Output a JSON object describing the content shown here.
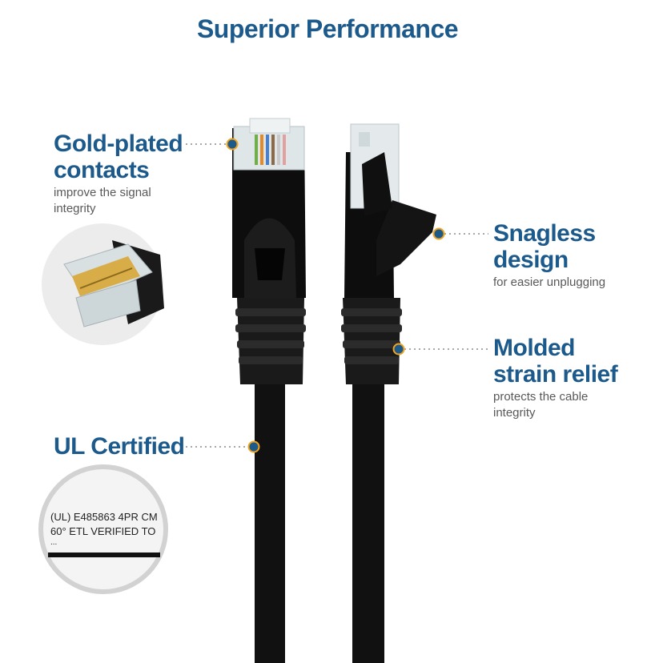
{
  "title": "Superior Performance",
  "features": {
    "gold": {
      "heading_line1": "Gold-plated",
      "heading_line2": "contacts",
      "sub_line1": "improve the signal",
      "sub_line2": "integrity"
    },
    "snagless": {
      "heading_line1": "Snagless",
      "heading_line2": "design",
      "sub_line1": "for easier unplugging"
    },
    "strain": {
      "heading_line1": "Molded",
      "heading_line2": "strain relief",
      "sub_line1": "protects the cable",
      "sub_line2": "integrity"
    },
    "ul": {
      "heading_line1": "UL Certified"
    }
  },
  "cable_print": {
    "line1": "(UL) E485863 4PR CM",
    "line2": "60°  ETL VERIFIED TO",
    "line3": "..."
  },
  "colors": {
    "brand_blue": "#1d5a8c",
    "pin_accent": "#f0a41e",
    "cable_black": "#111111"
  }
}
